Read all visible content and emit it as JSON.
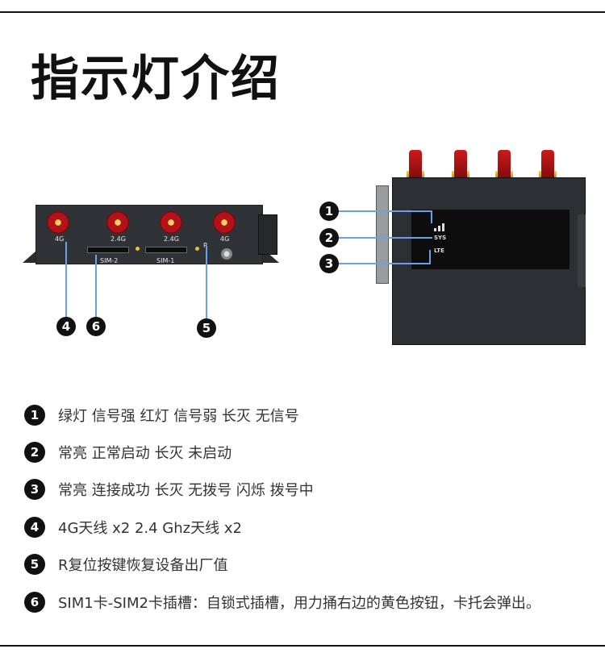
{
  "title": "指示灯介绍",
  "front_panel": {
    "antennas": [
      "4G",
      "2.4G",
      "2.4G",
      "4G"
    ],
    "sim_slots": [
      "SIM-2",
      "SIM-1"
    ],
    "reset_label": "R"
  },
  "top_panel": {
    "indicators": [
      "SYS",
      "LTE"
    ]
  },
  "callouts": [
    "1",
    "2",
    "3",
    "4",
    "5",
    "6"
  ],
  "legend": [
    {
      "num": "1",
      "text": "绿灯 信号强  红灯 信号弱  长灭 无信号"
    },
    {
      "num": "2",
      "text": "常亮 正常启动  长灭 未启动"
    },
    {
      "num": "3",
      "text": "常亮 连接成功  长灭 无拨号  闪烁 拨号中"
    },
    {
      "num": "4",
      "text": "4G天线 x2  2.4 Ghz天线 x2"
    },
    {
      "num": "5",
      "text": "R复位按键恢复设备出厂值"
    },
    {
      "num": "6",
      "text": "SIM1卡-SIM2卡插槽：自锁式插槽，用力捅右边的黄色按钮，卡托会弹出。"
    }
  ],
  "colors": {
    "accent_line": "#6aa0e8",
    "antenna": "#b4121a",
    "device": "#2f3236"
  }
}
